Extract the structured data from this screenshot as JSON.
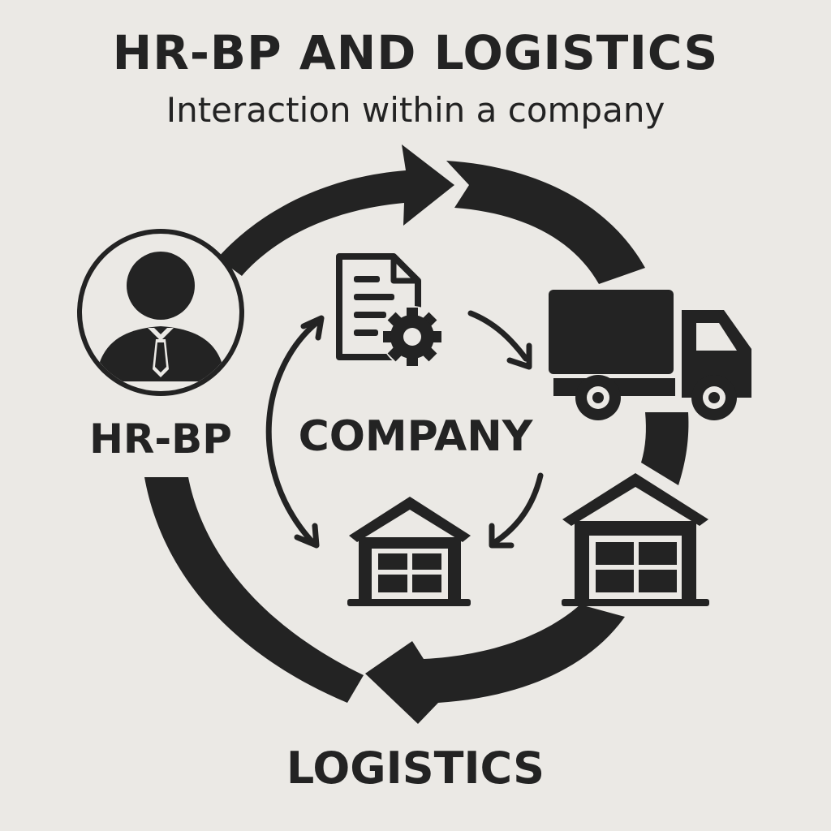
{
  "header": {
    "title": "HR-BP AND LOGISTICS",
    "subtitle": "Interaction within a company"
  },
  "nodes": {
    "hrbp": {
      "label": "HR-BP",
      "icon": "person-in-suit-icon"
    },
    "company": {
      "label": "COMPANY"
    },
    "logistics": {
      "label": "LOGISTICS"
    },
    "document": {
      "icon": "document-gear-icon"
    },
    "truck": {
      "icon": "delivery-truck-icon"
    },
    "warehouse_inner": {
      "icon": "warehouse-icon"
    },
    "warehouse_outer": {
      "icon": "warehouse-icon"
    }
  },
  "colors": {
    "background": "#ebe9e5",
    "ink": "#232323"
  }
}
